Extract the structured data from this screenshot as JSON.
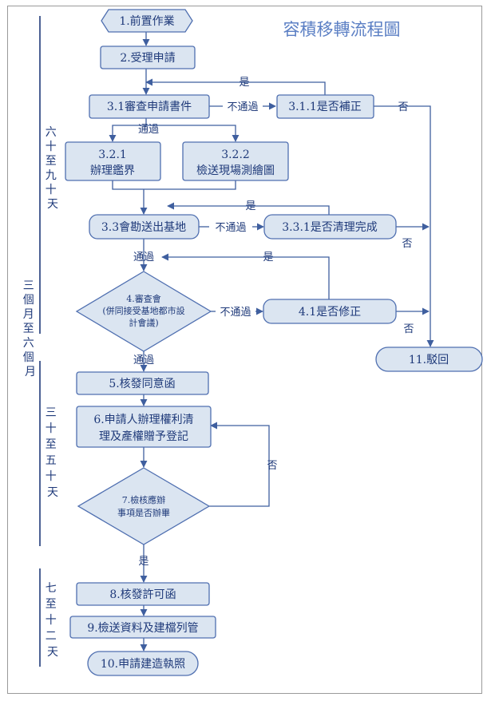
{
  "title": "容積移轉流程圖",
  "nodes": {
    "n1": "1.前置作業",
    "n2": "2.受理申請",
    "n31": "3.1審查申請書件",
    "n311": "3.1.1是否補正",
    "n321": [
      "3.2.1",
      "辦理鑑界"
    ],
    "n322": [
      "3.2.2",
      "檢送現場測繪圖"
    ],
    "n33": "3.3會勘送出基地",
    "n331": "3.3.1是否清理完成",
    "n4": [
      "4.審查會",
      "(併同接受基地都市設",
      "計會議)"
    ],
    "n41": "4.1是否修正",
    "n11": "11.駁回",
    "n5": "5.核發同意函",
    "n6": [
      "6.申請人辦理權利清",
      "理及產權贈予登記"
    ],
    "n7": [
      "7.檢核應辦",
      "事項是否辦畢"
    ],
    "n8": "8.核發許可函",
    "n9": "9.檢送資料及建檔列管",
    "n10": "10.申請建造執照"
  },
  "labels": {
    "yes": "是",
    "no": "否",
    "not_pass": "不通過",
    "pass": "通過"
  },
  "timeline": {
    "total": [
      "三",
      "個",
      "月",
      "至",
      "六",
      "個",
      "月"
    ],
    "phase1": [
      "六",
      "十",
      "至",
      "九",
      "十",
      "天"
    ],
    "phase2": [
      "三",
      "十",
      "至",
      "五",
      "十",
      "天"
    ],
    "phase3": [
      "七",
      "至",
      "十",
      "二",
      "天"
    ]
  },
  "colors": {
    "box_fill": "#dbe5f1",
    "box_stroke": "#4f6fb0",
    "text": "#1f3a7a",
    "title": "#5b7fc4"
  }
}
